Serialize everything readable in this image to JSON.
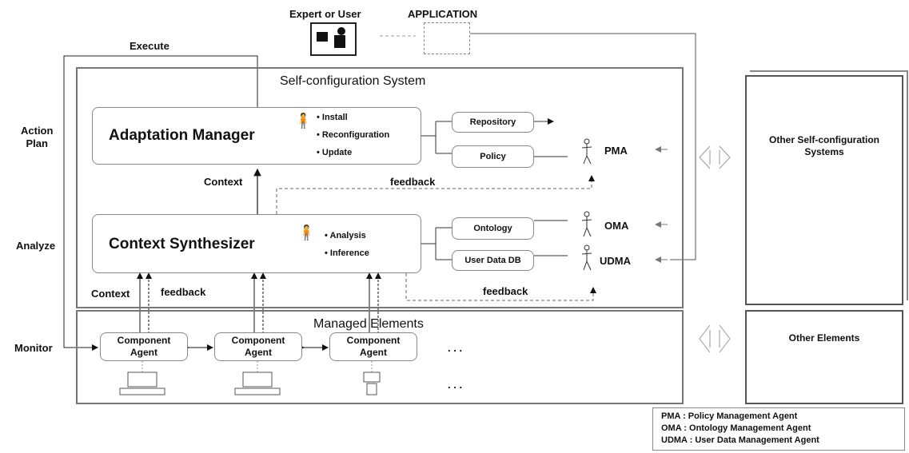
{
  "top": {
    "expert_label": "Expert or User",
    "application_label": "APPLICATION",
    "execute_label": "Execute"
  },
  "left_labels": {
    "action_plan_1": "Action",
    "action_plan_2": "Plan",
    "analyze": "Analyze",
    "monitor": "Monitor"
  },
  "system": {
    "title": "Self-configuration System",
    "adaptation_manager": {
      "title": "Adaptation Manager",
      "items": [
        "• Install",
        "• Reconfiguration",
        "• Update"
      ]
    },
    "context_synthesizer": {
      "title": "Context Synthesizer",
      "items": [
        "• Analysis",
        "• Inference"
      ]
    },
    "context_up": "Context",
    "feedback_mid": "feedback",
    "context_bottom": "Context",
    "feedback_bottom_left": "feedback",
    "feedback_bottom_right": "feedback",
    "repository": "Repository",
    "policy": "Policy",
    "ontology": "Ontology",
    "user_data_db": "User Data DB",
    "pma": "PMA",
    "oma": "OMA",
    "udma": "UDMA"
  },
  "managed": {
    "title": "Managed Elements",
    "component_agent_1a": "Component",
    "component_agent_1b": "Agent",
    "component_agent_2a": "Component",
    "component_agent_2b": "Agent",
    "component_agent_3a": "Component",
    "component_agent_3b": "Agent",
    "ellipsis": ". . ."
  },
  "right": {
    "other_systems_1": "Other Self-configuration",
    "other_systems_2": "Systems",
    "other_elements": "Other Elements"
  },
  "legend": {
    "pma": "PMA : Policy Management Agent",
    "oma": "OMA : Ontology Management Agent",
    "udma": "UDMA : User Data Management Agent"
  }
}
